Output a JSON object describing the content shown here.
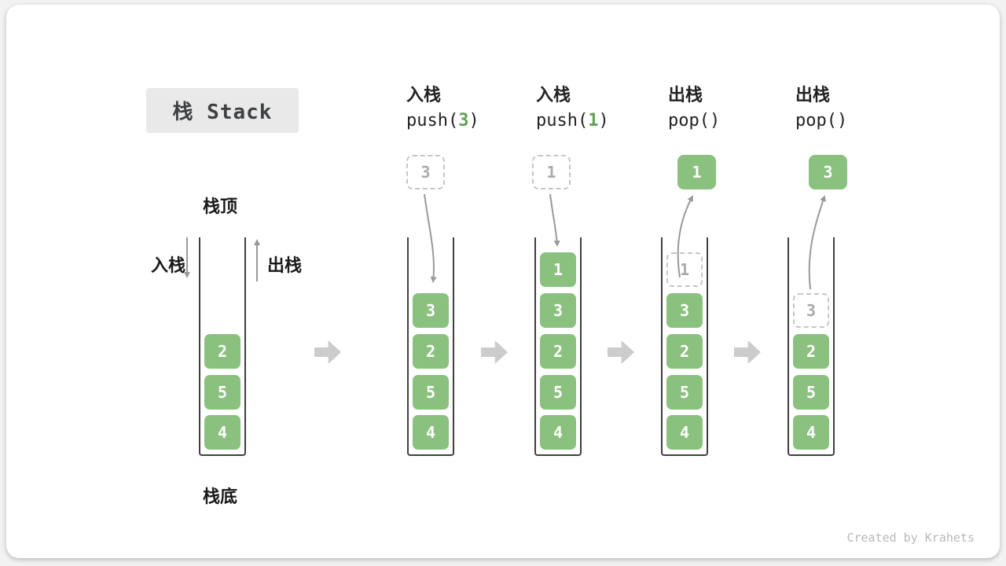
{
  "meta": {
    "watermark": "Created by Krahets"
  },
  "title": {
    "label": "栈 Stack"
  },
  "labels": {
    "stack_top": "栈顶",
    "stack_bottom": "栈底",
    "push": "入栈",
    "pop": "出栈"
  },
  "operations": [
    {
      "name": "入栈",
      "code_prefix": "push(",
      "code_arg": "3",
      "code_suffix": ")"
    },
    {
      "name": "入栈",
      "code_prefix": "push(",
      "code_arg": "1",
      "code_suffix": ")"
    },
    {
      "name": "出栈",
      "code_prefix": "pop(",
      "code_arg": "",
      "code_suffix": ")"
    },
    {
      "name": "出栈",
      "code_prefix": "pop(",
      "code_arg": "",
      "code_suffix": ")"
    }
  ],
  "floating_values": [
    "3",
    "1",
    "1",
    "3"
  ],
  "stacks": [
    {
      "blocks": [
        "2",
        "5",
        "4"
      ],
      "ghost": null
    },
    {
      "blocks": [
        "3",
        "2",
        "5",
        "4"
      ],
      "ghost": null
    },
    {
      "blocks": [
        "1",
        "3",
        "2",
        "5",
        "4"
      ],
      "ghost": null
    },
    {
      "blocks": [
        "3",
        "2",
        "5",
        "4"
      ],
      "ghost": "1"
    },
    {
      "blocks": [
        "2",
        "5",
        "4"
      ],
      "ghost": "3"
    }
  ],
  "colors": {
    "block": "#8bc17f",
    "accent_green": "#5fa052",
    "arrow": "#999999",
    "big_arrow": "#cccccc",
    "ghost_border": "#c6c6c6",
    "ghost_text": "#aaaaaa",
    "container_border": "#3f3f3f"
  }
}
